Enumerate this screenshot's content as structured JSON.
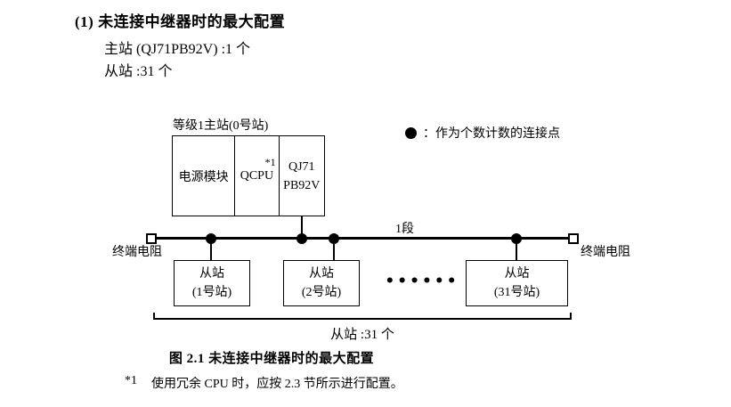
{
  "heading": {
    "title": "(1) 未连接中继器时的最大配置",
    "master_line": "主站 (QJ71PB92V) :1 个",
    "slave_line": "从站 :31 个"
  },
  "diagram": {
    "master_station_label": "等级1主站(0号站)",
    "modules": {
      "power": "电源模块",
      "cpu": "QCPU",
      "cpu_note": "*1",
      "network": "QJ71\nPB92V"
    },
    "legend_text": "：作为个数计数的连接点",
    "segment_label": "1段",
    "terminator_left": "终端电阻",
    "terminator_right": "终端电阻",
    "slaves": [
      {
        "label": "从站\n(1号站)"
      },
      {
        "label": "从站\n(2号站)"
      },
      {
        "label": "从站\n(31号站)"
      }
    ],
    "ellipsis": "••••••",
    "brace_label": "从站 :31 个"
  },
  "caption": "图 2.1  未连接中继器时的最大配置",
  "footnote": {
    "marker": "*1",
    "text": "使用冗余 CPU 时，应按 2.3 节所示进行配置。"
  }
}
